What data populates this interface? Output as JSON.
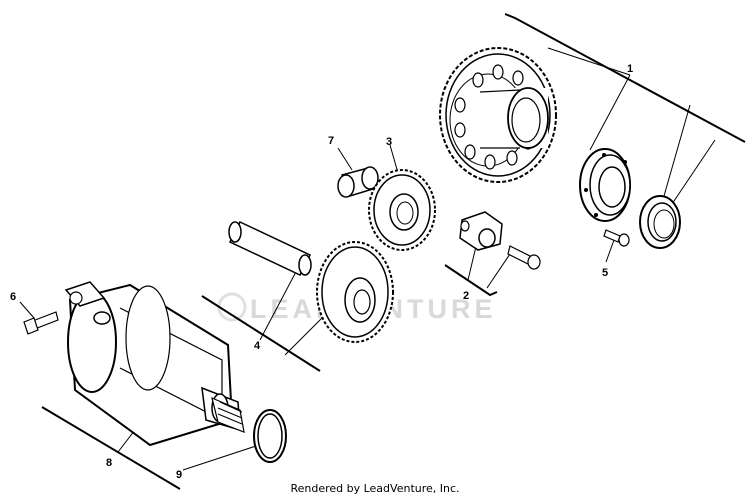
{
  "diagram": {
    "watermark_text": "LEADVENTURE",
    "footer": "Rendered by LeadVenture, Inc.",
    "callouts": [
      {
        "id": "1",
        "label": "1"
      },
      {
        "id": "2",
        "label": "2"
      },
      {
        "id": "3",
        "label": "3"
      },
      {
        "id": "4",
        "label": "4"
      },
      {
        "id": "5",
        "label": "5"
      },
      {
        "id": "6",
        "label": "6"
      },
      {
        "id": "7",
        "label": "7"
      },
      {
        "id": "8",
        "label": "8"
      },
      {
        "id": "9",
        "label": "9"
      }
    ]
  }
}
